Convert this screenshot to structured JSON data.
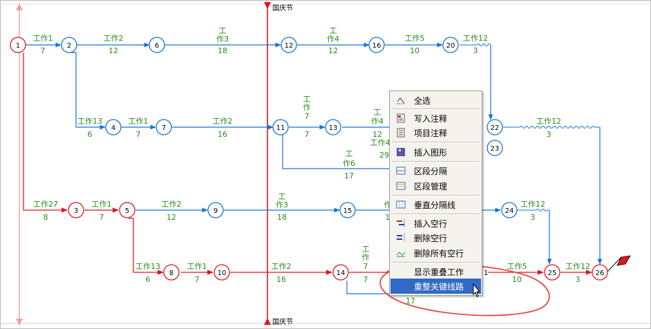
{
  "holiday_label": "国庆节",
  "colors": {
    "critical": "#e0141e",
    "normal": "#1475d8",
    "label": "#2a8a1a",
    "menu_highlight": "#316ac5"
  },
  "nodes": [
    {
      "id": "1",
      "critical": true
    },
    {
      "id": "2",
      "critical": false
    },
    {
      "id": "6",
      "critical": false
    },
    {
      "id": "12",
      "critical": false
    },
    {
      "id": "16",
      "critical": false
    },
    {
      "id": "20",
      "critical": false
    },
    {
      "id": "4",
      "critical": false
    },
    {
      "id": "7",
      "critical": false
    },
    {
      "id": "11",
      "critical": false
    },
    {
      "id": "13",
      "critical": false
    },
    {
      "id": "22",
      "critical": false
    },
    {
      "id": "23",
      "critical": false
    },
    {
      "id": "3",
      "critical": true
    },
    {
      "id": "5",
      "critical": true
    },
    {
      "id": "9",
      "critical": false
    },
    {
      "id": "15",
      "critical": false
    },
    {
      "id": "24",
      "critical": false
    },
    {
      "id": "8",
      "critical": true
    },
    {
      "id": "10",
      "critical": true
    },
    {
      "id": "14",
      "critical": true
    },
    {
      "id": "25",
      "critical": true
    },
    {
      "id": "26",
      "critical": true
    }
  ],
  "edges": [
    {
      "name": "工作1",
      "dur": "7"
    },
    {
      "name": "工作2",
      "dur": "12"
    },
    {
      "name": "工作3",
      "dur": "18"
    },
    {
      "name": "工作4",
      "dur": "12"
    },
    {
      "name": "工作5",
      "dur": "10"
    },
    {
      "name": "工作12",
      "dur": "3"
    },
    {
      "name": "工作13",
      "dur": "6"
    },
    {
      "name": "工作1",
      "dur": "7"
    },
    {
      "name": "工作2",
      "dur": "16"
    },
    {
      "name": "工作",
      "dur": "7"
    },
    {
      "name": "工作4",
      "dur": "12"
    },
    {
      "name": "工作12",
      "dur": "3"
    },
    {
      "name": "工作4",
      "dur": "29"
    },
    {
      "name": "工作6",
      "dur": "17"
    },
    {
      "name": "工作27",
      "dur": "8"
    },
    {
      "name": "工作1",
      "dur": "7"
    },
    {
      "name": "工作2",
      "dur": "12"
    },
    {
      "name": "工作3",
      "dur": "18"
    },
    {
      "name": "工作12",
      "dur": "3"
    },
    {
      "name": "工作13",
      "dur": "6"
    },
    {
      "name": "工作1",
      "dur": "7"
    },
    {
      "name": "工作2",
      "dur": "16"
    },
    {
      "name": "工作",
      "dur": "7"
    },
    {
      "name": "工作5",
      "dur": "10"
    },
    {
      "name": "工作12",
      "dur": "3"
    },
    {
      "name": "",
      "dur": "17"
    }
  ],
  "context_menu": {
    "items": [
      {
        "label": "全选",
        "icon": "select-all-icon"
      },
      {
        "label": "写入注释",
        "icon": "write-note-icon"
      },
      {
        "label": "项目注释",
        "icon": "project-note-icon"
      },
      {
        "label": "插入图形",
        "icon": "insert-image-icon"
      },
      {
        "label": "区段分隔",
        "icon": "section-divide-icon"
      },
      {
        "label": "区段管理",
        "icon": "section-manage-icon"
      },
      {
        "label": "垂直分隔线",
        "icon": "vertical-divider-icon"
      },
      {
        "label": "插入空行",
        "icon": "insert-row-icon"
      },
      {
        "label": "删除空行",
        "icon": "delete-row-icon"
      },
      {
        "label": "删除所有空行",
        "icon": "delete-all-rows-icon"
      },
      {
        "label": "显示重叠工作",
        "icon": ""
      },
      {
        "label": "重整关键线路",
        "icon": ""
      }
    ],
    "highlighted": "重整关键线路"
  }
}
